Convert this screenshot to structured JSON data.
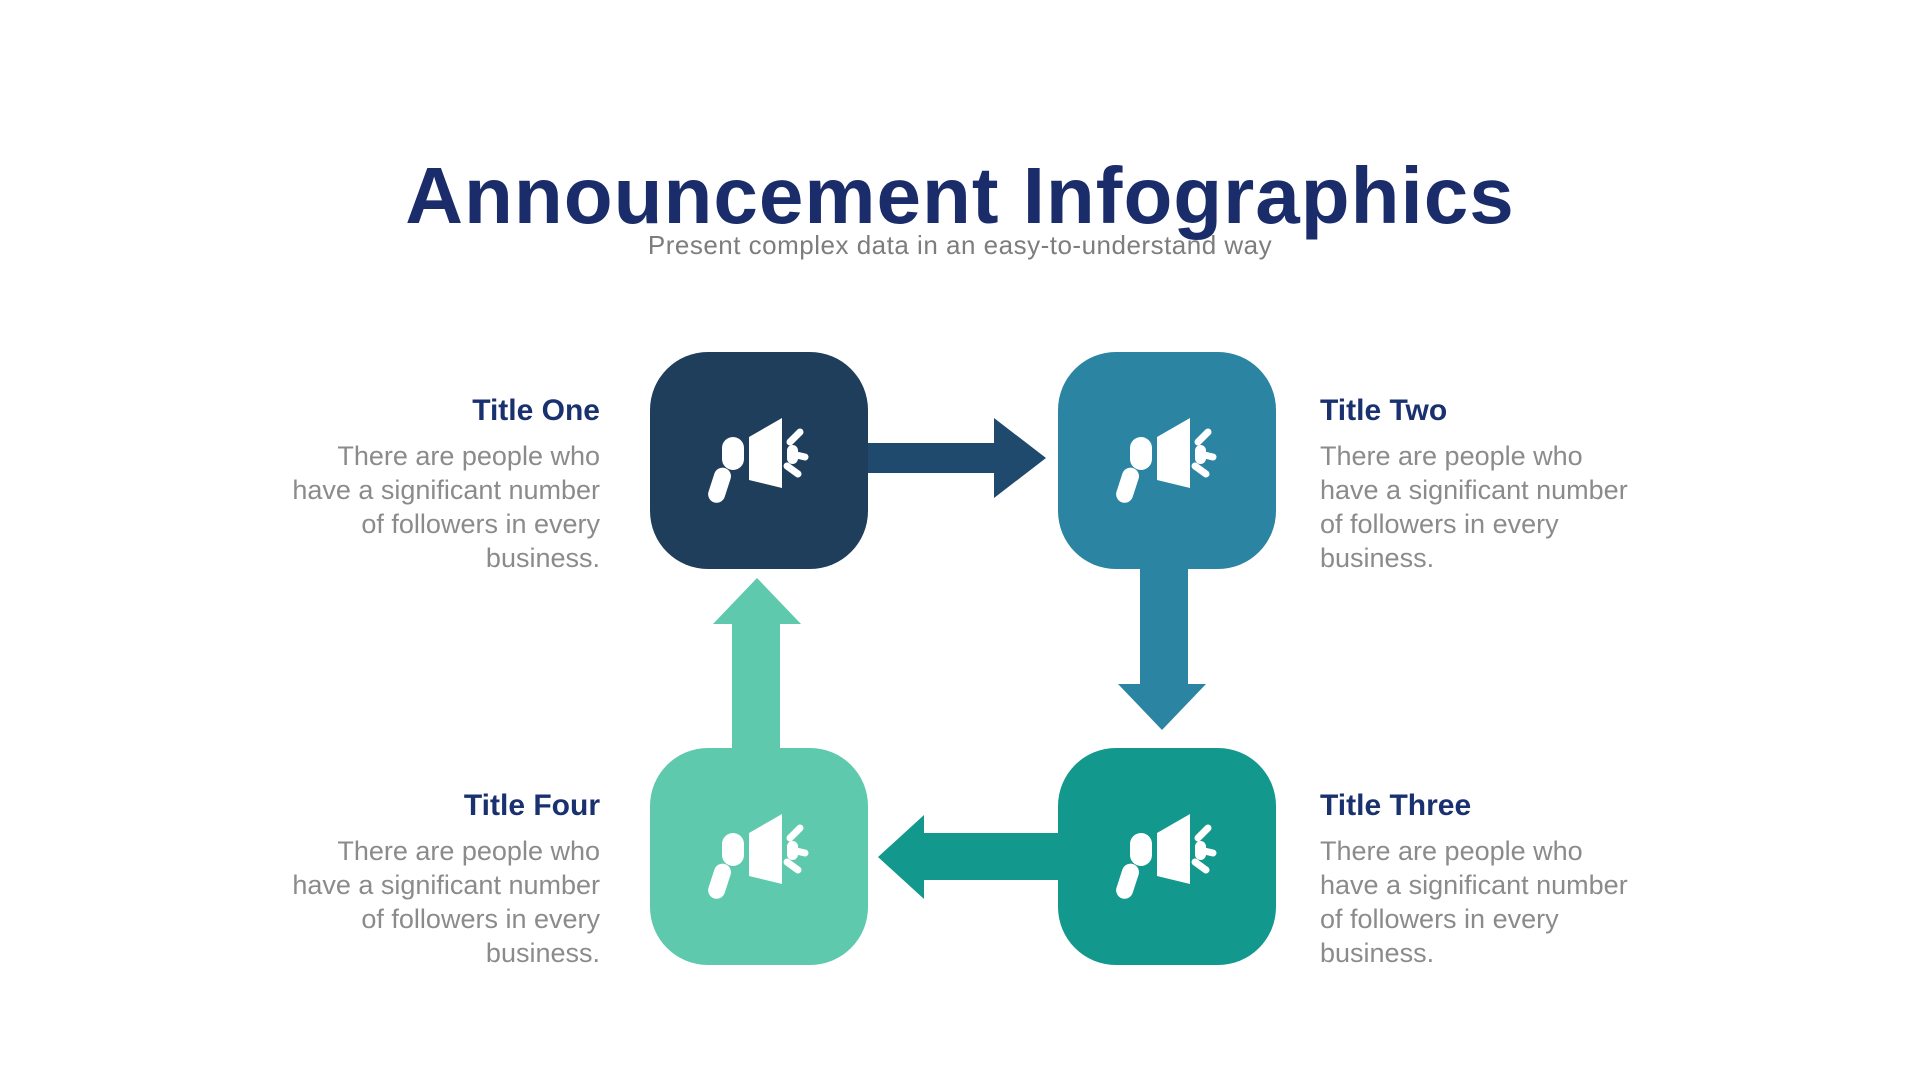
{
  "header": {
    "title": "Announcement Infographics",
    "subtitle": "Present complex data in an easy-to-understand way"
  },
  "steps": [
    {
      "title": "Title One",
      "description": "There are people who\nhave a significant number\nof followers in every\nbusiness.",
      "color": "#1f3e5c",
      "icon": "megaphone-icon"
    },
    {
      "title": "Title Two",
      "description": "There are people who\nhave a significant number\nof followers in every\nbusiness.",
      "color": "#2b85a2",
      "icon": "megaphone-icon"
    },
    {
      "title": "Title Three",
      "description": "There are people who\nhave a significant number\nof followers in every\nbusiness.",
      "color": "#12988c",
      "icon": "megaphone-icon"
    },
    {
      "title": "Title Four",
      "description": "There are people who\nhave a significant number\nof followers in every\nbusiness.",
      "color": "#5ec9ad",
      "icon": "megaphone-icon"
    }
  ],
  "arrows": [
    {
      "name": "one-to-two",
      "direction": "right",
      "color": "#1f4a6d"
    },
    {
      "name": "two-to-three",
      "direction": "down",
      "color": "#2b85a2"
    },
    {
      "name": "three-to-four",
      "direction": "left",
      "color": "#12988c"
    },
    {
      "name": "four-to-one",
      "direction": "up",
      "color": "#5ec9ad"
    }
  ],
  "colors": {
    "background": "#ffffff",
    "page_title_navy": "#1b2c6a",
    "step_title_navy": "#1a316f",
    "subtitle_gray": "#7d7d7d",
    "description_gray": "#8b8b8b",
    "icon_white": "#ffffff"
  }
}
